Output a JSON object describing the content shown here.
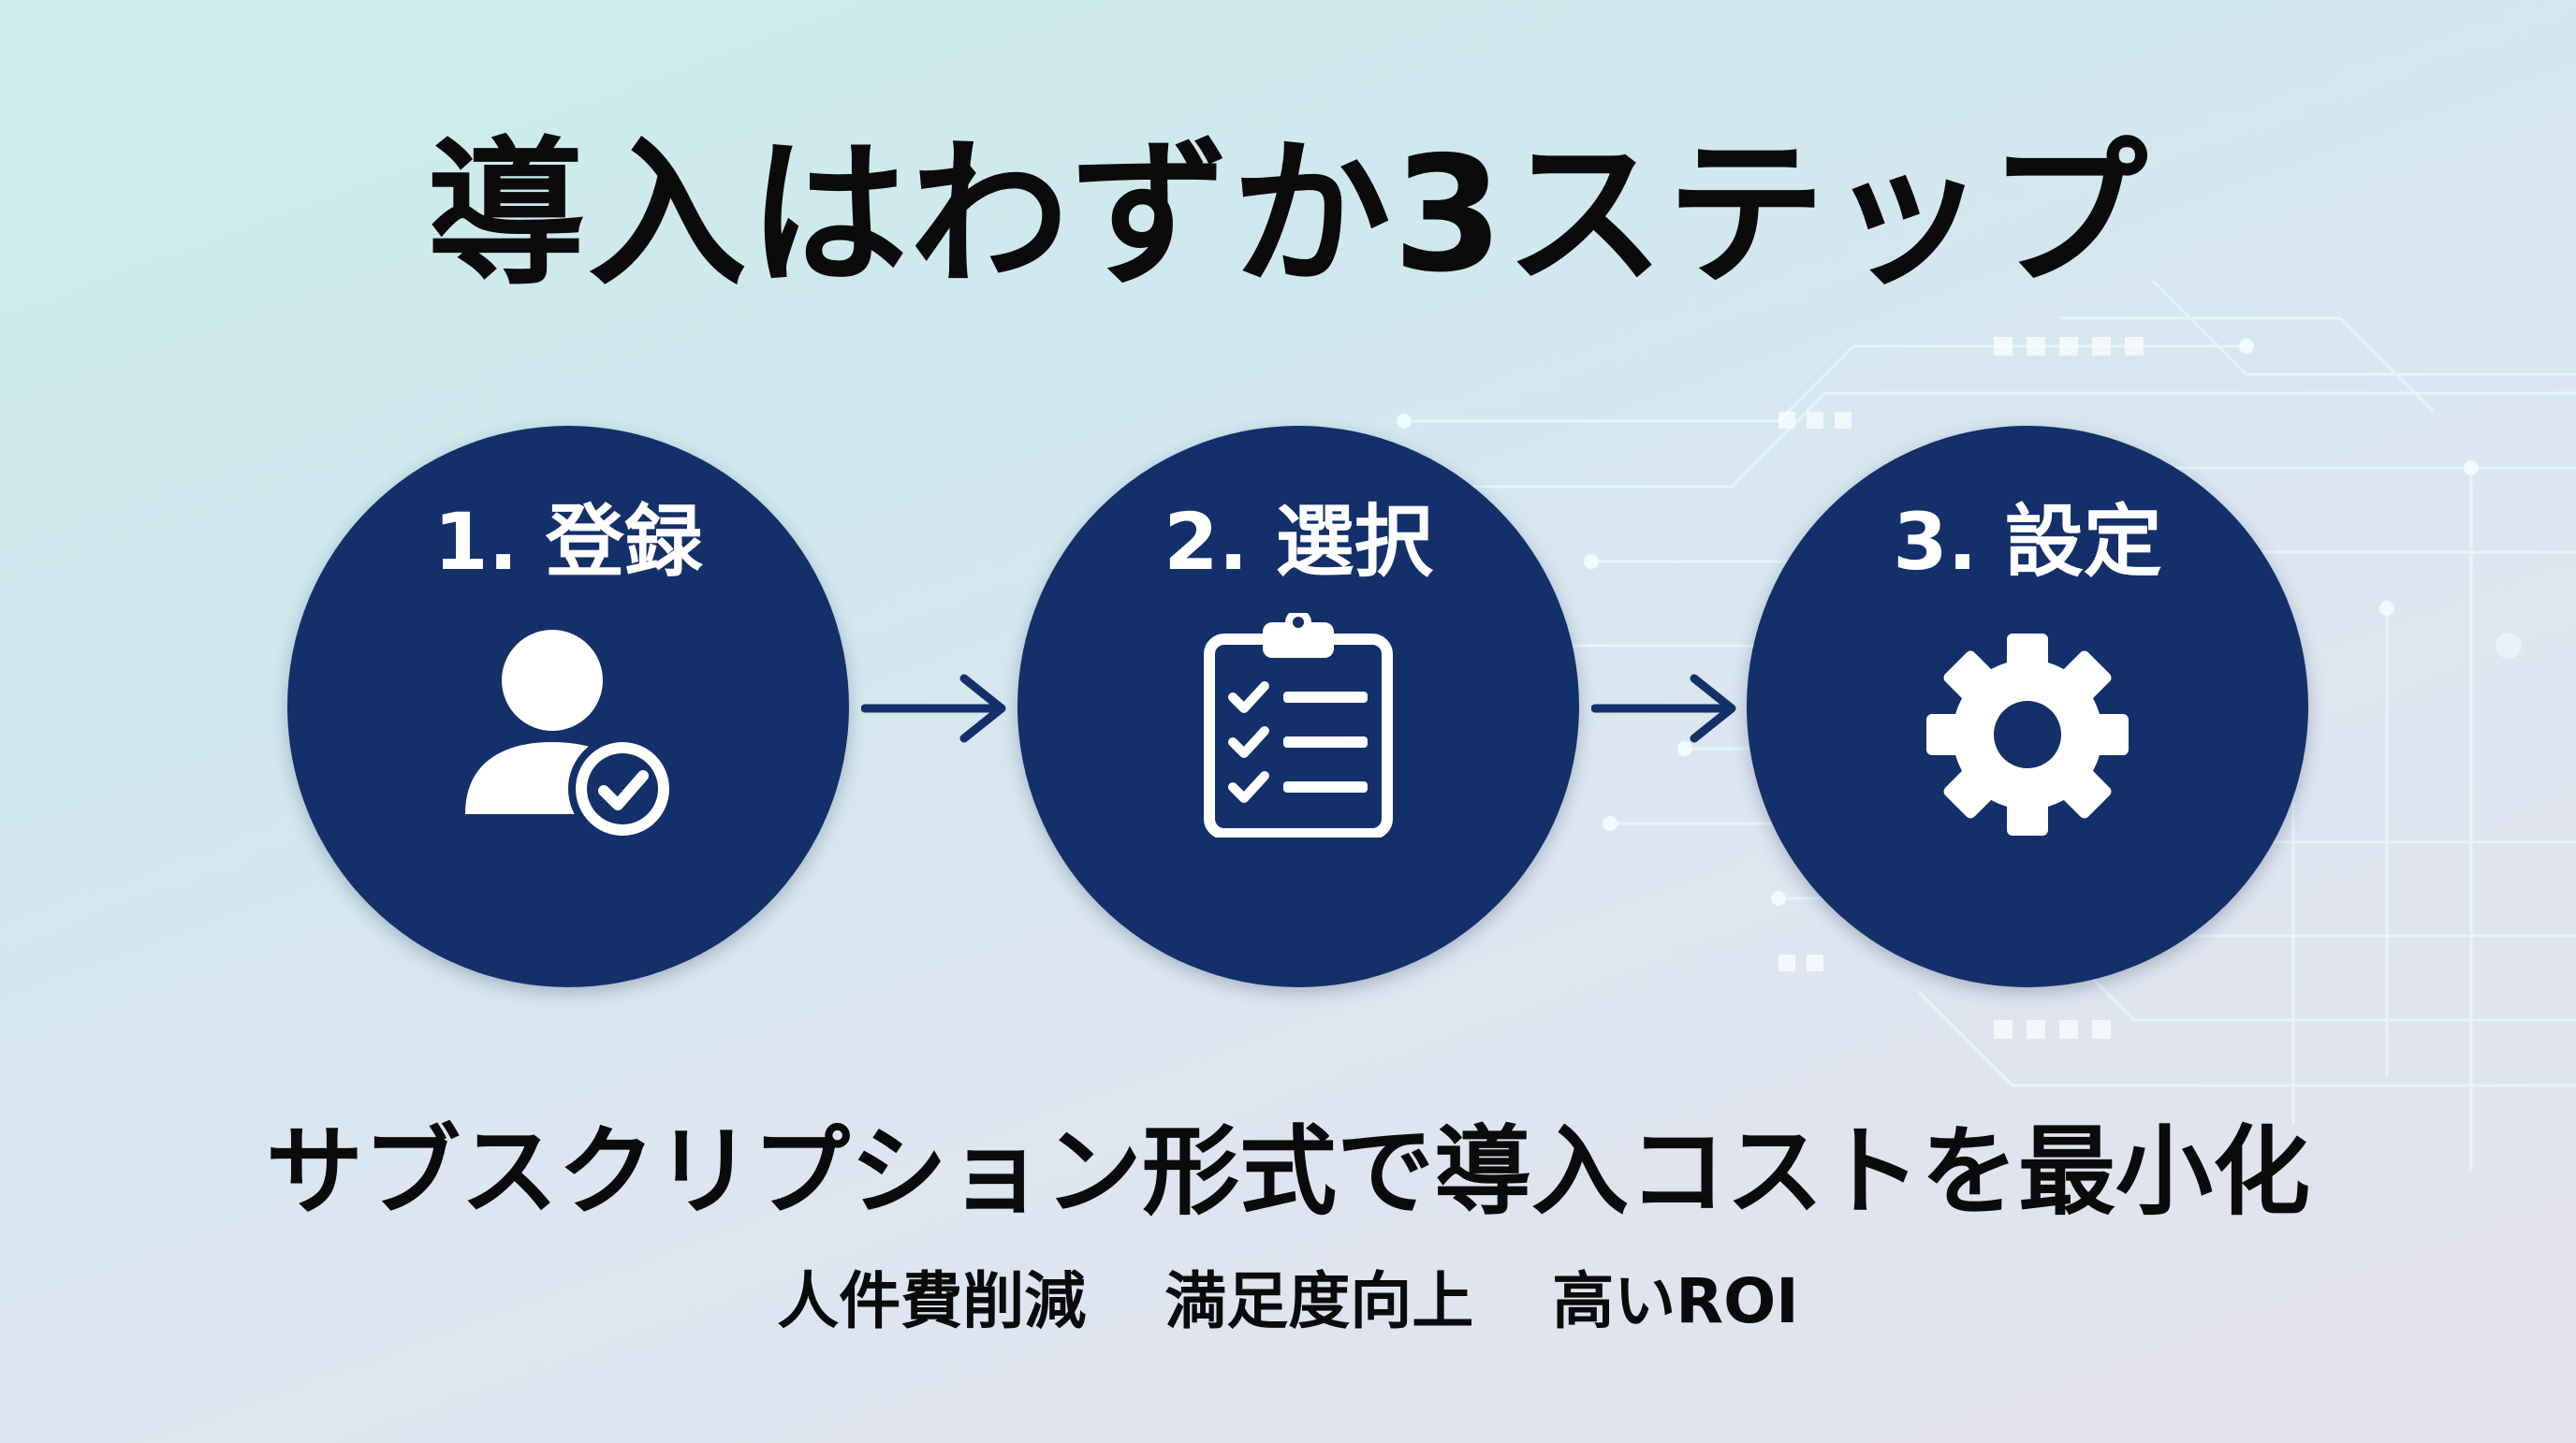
{
  "title": "導入はわずか3ステップ",
  "steps": [
    {
      "label": "1. 登録",
      "icon": "user-check-icon"
    },
    {
      "label": "2. 選択",
      "icon": "clipboard-checklist-icon"
    },
    {
      "label": "3. 設定",
      "icon": "gear-icon"
    }
  ],
  "tagline": "サブスクリプション形式で導入コストを最小化",
  "benefits": [
    "人件費削減",
    "満足度向上",
    "高いROI"
  ],
  "colors": {
    "circle": "#13306a",
    "arrow": "#13306a",
    "text": "#0b0b0b",
    "icon": "#ffffff"
  }
}
